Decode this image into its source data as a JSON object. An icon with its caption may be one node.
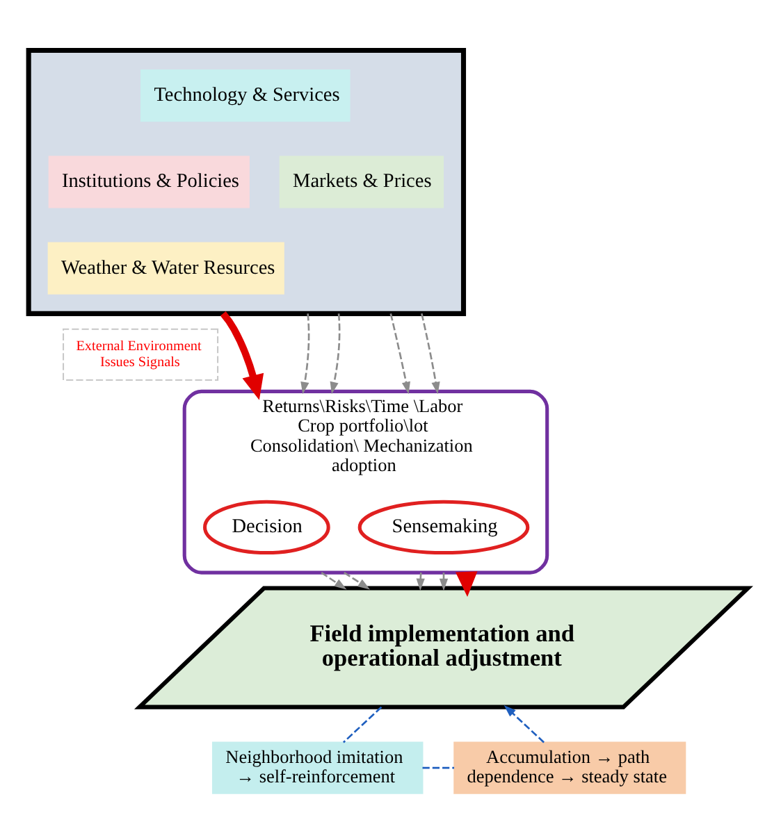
{
  "diagram": {
    "nodes": [
      {
        "text": [],
        "shape": "parallelogram"
      },
      {
        "text": [
          "Technology & Services"
        ],
        "in": 0
      },
      {
        "text": [
          "Institutions & Policies"
        ],
        "in": 0
      },
      {
        "text": [
          "Markets & Prices"
        ],
        "in": 0
      },
      {
        "text": [
          "Weather & Water Resurces"
        ],
        "in": 0
      },
      {
        "text": [
          "External Environment Issues Signals"
        ]
      },
      {
        "text": [
          "Returns\\Risks\\Time \\Labor",
          "Crop portfolio\\lot Consolidation\\ Mechanization adoption"
        ]
      },
      {
        "text": [
          "Decision"
        ],
        "in": 6
      },
      {
        "text": [
          "Sensemaking"
        ],
        "in": 6
      },
      {
        "text": [
          "Field implementation and operational adjustment"
        ]
      },
      {
        "text": [
          "Neighborhood imitation → self-reinforcement"
        ]
      },
      {
        "text": [
          "Accumulation → path dependence → steady state"
        ]
      }
    ],
    "edges": [
      {
        "from": 0,
        "to": 6,
        "arrow": "to",
        "style": "dashed"
      },
      {
        "from": 0,
        "to": 6,
        "arrow": "to",
        "style": "dashed"
      },
      {
        "from": 0,
        "to": 6,
        "arrow": "to",
        "style": "dashed"
      },
      {
        "from": 0,
        "to": 6,
        "arrow": "to",
        "style": "dashed"
      },
      {
        "from": 0,
        "to": 6,
        "arrow": "to",
        "style": "thick",
        "color": "#e00000"
      },
      {
        "from": 6,
        "to": 9,
        "arrow": "to",
        "style": "dashed"
      },
      {
        "from": 6,
        "to": 9,
        "arrow": "to",
        "style": "dashed"
      },
      {
        "from": 6,
        "to": 9,
        "arrow": "to",
        "style": "dashed"
      },
      {
        "from": 6,
        "to": 9,
        "arrow": "to",
        "style": "dashed"
      },
      {
        "from": 6,
        "to": 9,
        "arrow": "to",
        "style": "thick",
        "color": "#e00000"
      },
      {
        "from": 9,
        "to": 10,
        "arrow": "none",
        "style": "dashed",
        "color": "#1f5fbf"
      },
      {
        "from": 10,
        "to": 11,
        "arrow": "none",
        "style": "dashed",
        "color": "#1f5fbf"
      },
      {
        "from": 11,
        "to": 9,
        "arrow": "to",
        "style": "dashed",
        "color": "#1f5fbf"
      }
    ]
  }
}
